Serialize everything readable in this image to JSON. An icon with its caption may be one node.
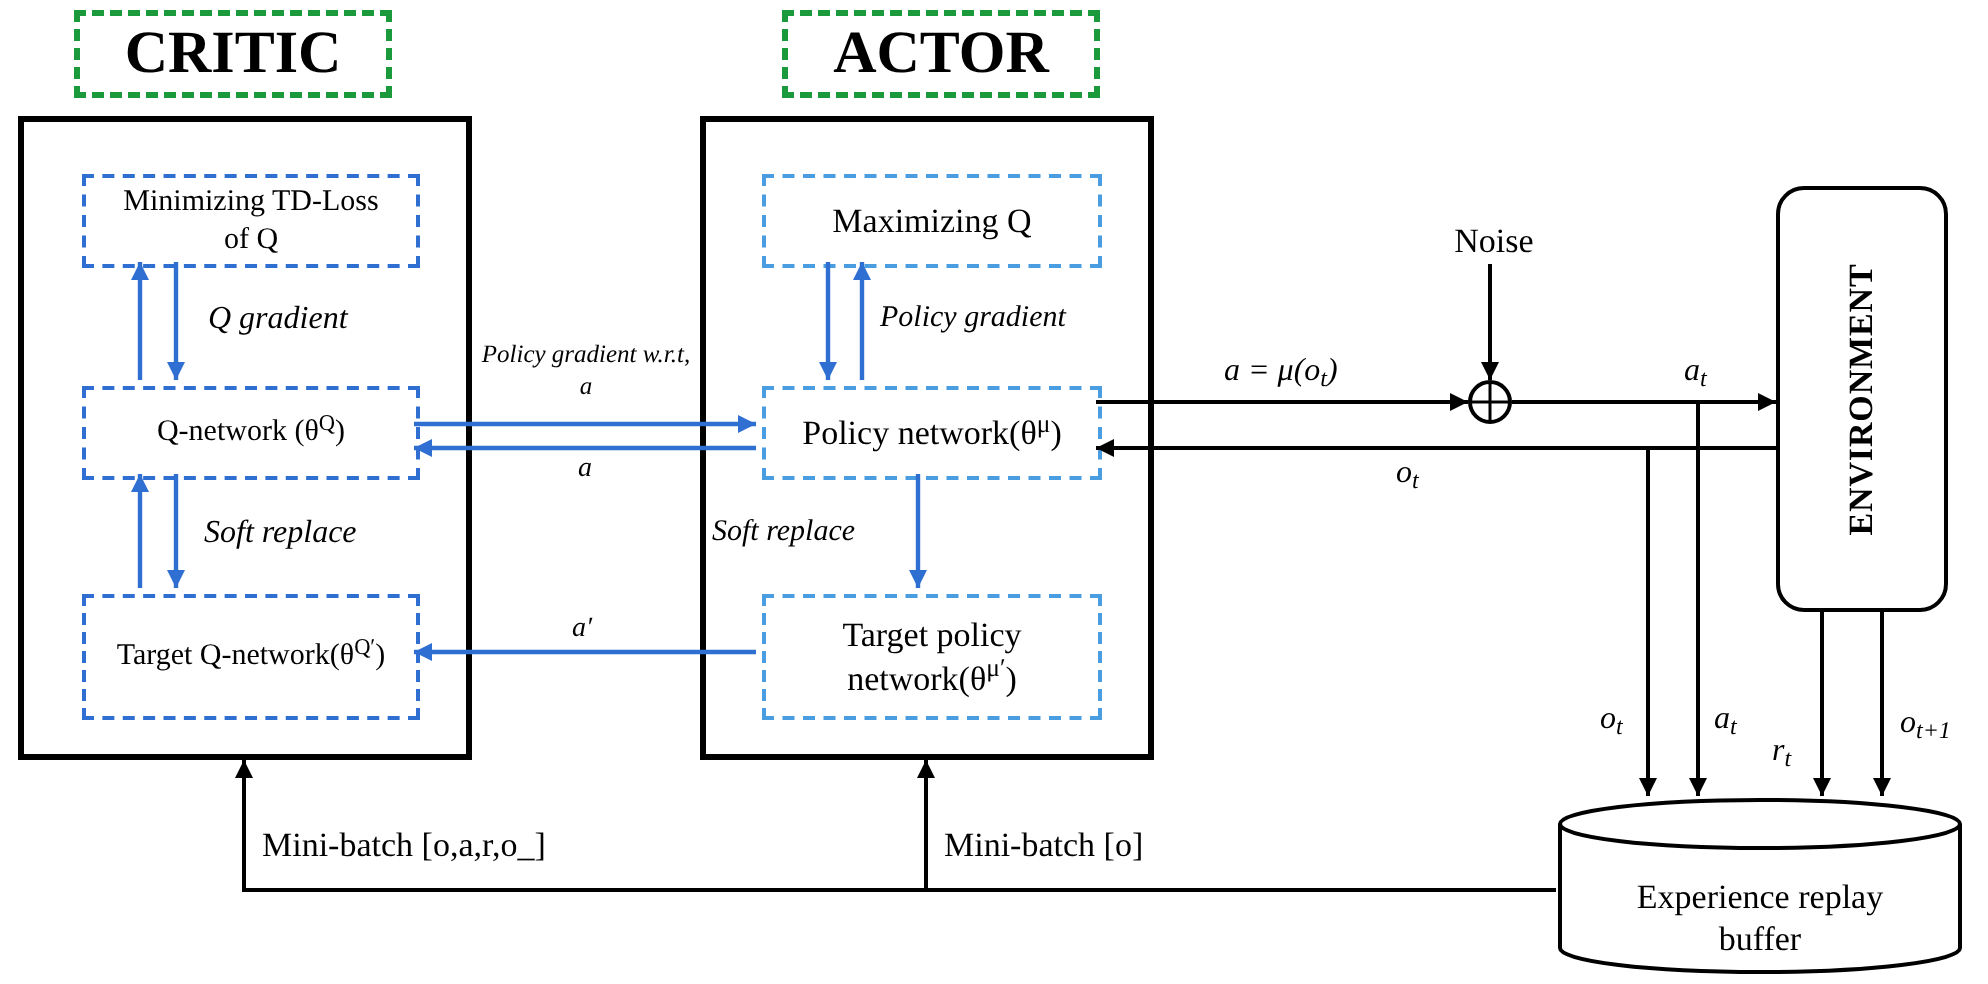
{
  "diagram": {
    "nodes": [
      {
        "text": [
          "CRITIC"
        ]
      },
      {
        "text": [
          "ACTOR"
        ]
      },
      {
        "text": [],
        "shape": "box"
      },
      {
        "text": [
          "Minimizing TD-Loss of Q"
        ],
        "in": 2
      },
      {
        "text": [
          "Q-network (θ$^{Q}$)"
        ],
        "in": 2
      },
      {
        "text": [
          "Target Q-network(θ$^{Q′}$)"
        ],
        "in": 2
      },
      {
        "text": [],
        "shape": "box"
      },
      {
        "text": [
          "Maximizing Q"
        ],
        "in": 6
      },
      {
        "text": [
          "Policy network(θ$^{μ}$)"
        ],
        "in": 6
      },
      {
        "text": [
          "Target policy network(θ$^{μ′}$)"
        ],
        "in": 6
      },
      {
        "text": [
          "Noise"
        ]
      },
      {
        "text": [],
        "shape": "circle"
      },
      {
        "text": [
          "ENVIRONMENT"
        ]
      },
      {
        "text": [
          "Experience replay buffer"
        ]
      }
    ],
    "edges": [
      {
        "from": 4,
        "to": 3,
        "arrow": "to",
        "color": "#2f6fd1"
      },
      {
        "from": 3,
        "to": 4,
        "arrow": "to",
        "label": "Q gradient",
        "color": "#2f6fd1"
      },
      {
        "from": 5,
        "to": 4,
        "arrow": "to",
        "color": "#2f6fd1"
      },
      {
        "from": 4,
        "to": 5,
        "arrow": "to",
        "label": "Soft replace",
        "color": "#2f6fd1"
      },
      {
        "from": 7,
        "to": 8,
        "arrow": "to",
        "color": "#2f6fd1"
      },
      {
        "from": 8,
        "to": 7,
        "arrow": "to",
        "label": "Policy gradient",
        "color": "#2f6fd1"
      },
      {
        "from": 8,
        "to": 9,
        "arrow": "to",
        "label": "Soft replace",
        "color": "#2f6fd1"
      },
      {
        "from": 4,
        "to": 8,
        "arrow": "to",
        "label": "Policy gradient w.r.t, a",
        "color": "#2f6fd1"
      },
      {
        "from": 8,
        "to": 4,
        "arrow": "to",
        "label": "a",
        "color": "#2f6fd1"
      },
      {
        "from": 9,
        "to": 5,
        "arrow": "to",
        "label": "a′",
        "color": "#2f6fd1"
      },
      {
        "from": 8,
        "to": 11,
        "arrow": "to",
        "label": "a = μ(o$_{t}$)",
        "color": "#000000"
      },
      {
        "from": 10,
        "to": 11,
        "arrow": "to",
        "color": "#000000"
      },
      {
        "from": 11,
        "to": 12,
        "arrow": "to",
        "label": "a$_{t}$",
        "color": "#000000"
      },
      {
        "from": 12,
        "to": 8,
        "arrow": "to",
        "label": "o$_{t}$",
        "color": "#000000"
      },
      {
        "from": 12,
        "to": 13,
        "arrow": "to",
        "label": "o$_{t}$",
        "color": "#000000"
      },
      {
        "from": 11,
        "to": 13,
        "arrow": "to",
        "label": "a$_{t}$",
        "color": "#000000"
      },
      {
        "from": 12,
        "to": 13,
        "arrow": "to",
        "label": "r$_{t}$",
        "color": "#000000"
      },
      {
        "from": 12,
        "to": 13,
        "arrow": "to",
        "label": "o$_{t+1}$",
        "color": "#000000"
      },
      {
        "from": 13,
        "to": 2,
        "arrow": "to",
        "label": "Mini-batch [o,a,r,o_]",
        "color": "#000000"
      },
      {
        "from": 13,
        "to": 6,
        "arrow": "to",
        "label": "Mini-batch [o]",
        "color": "#000000"
      }
    ]
  }
}
